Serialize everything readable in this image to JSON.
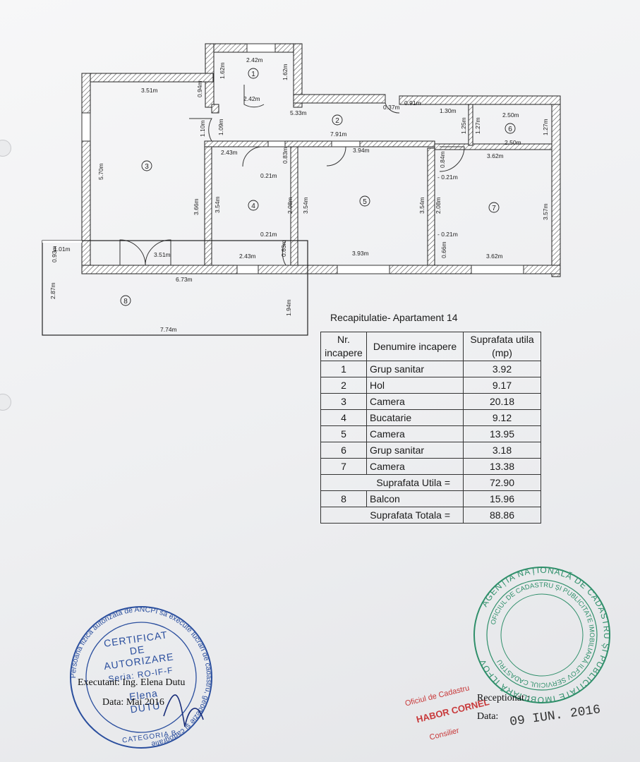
{
  "rooms": {
    "r1": "1",
    "r2": "2",
    "r3": "3",
    "r4": "4",
    "r5": "5",
    "r6": "6",
    "r7": "7",
    "r8": "8"
  },
  "dims": {
    "d242top": "2.42m",
    "d162a": "1.62m",
    "d162b": "1.62m",
    "d242door": "2.42m",
    "d351top": "3.51m",
    "d094": "0.94m",
    "d533": "5.33m",
    "d037": "0.37m",
    "d091": "0.91m",
    "d130": "1.30m",
    "d250a": "2.50m",
    "d110": "1.10m",
    "d109": "1.09m",
    "d791": "7.91m",
    "d125": "1.25m",
    "d127a": "1.27m",
    "d127b": "1.27m",
    "d250b": "2.50m",
    "d243top": "2.43m",
    "d083": "0.83m",
    "d394": "3.94m",
    "d084": "0.84m",
    "d362top": "3.62m",
    "d570": "5.70m",
    "d021a": "0.21m",
    "d021b": "- 0.21m",
    "d366": "3.66m",
    "d354a": "3.54m",
    "d208a": "2.08m",
    "d354b": "3.54m",
    "d354c": "3.54m",
    "d208b": "2.08m",
    "d357": "3.57m",
    "d021c": "0.21m",
    "d021d": "- 0.21m",
    "d101": "1.01m",
    "d093": "0.93m",
    "d351bot": "3.51m",
    "d243bot": "2.43m",
    "d063": "0.63m",
    "d393": "3.93m",
    "d066": "0.66m",
    "d362bot": "3.62m",
    "d673": "6.73m",
    "d287": "2.87m",
    "d194": "1.94m",
    "d774": "7.74m"
  },
  "recap": {
    "title": "Recapitulatie- Apartament 14",
    "head_nr": "Nr. incapere",
    "head_name": "Denumire incapere",
    "head_area": "Suprafata utila (mp)",
    "rows": [
      {
        "nr": "1",
        "name": "Grup sanitar",
        "area": "3.92"
      },
      {
        "nr": "2",
        "name": "Hol",
        "area": "9.17"
      },
      {
        "nr": "3",
        "name": "Camera",
        "area": "20.18"
      },
      {
        "nr": "4",
        "name": "Bucatarie",
        "area": "9.12"
      },
      {
        "nr": "5",
        "name": "Camera",
        "area": "13.95"
      },
      {
        "nr": "6",
        "name": "Grup sanitar",
        "area": "3.18"
      },
      {
        "nr": "7",
        "name": "Camera",
        "area": "13.38"
      }
    ],
    "util_label": "Suprafata Utila =",
    "util_value": "72.90",
    "balcon": {
      "nr": "8",
      "name": "Balcon",
      "area": "15.96"
    },
    "total_label": "Suprafata Totala =",
    "total_value": "88.86"
  },
  "signatures": {
    "executant": "Executant: Ing. Elena Dutu",
    "data_left": "Data: Mai 2016",
    "receptionat": "Receptionat :",
    "data_right": "Data:",
    "date_stamp": "09 IUN. 2016"
  },
  "stamp_left": {
    "ring": "Persoană fizică autorizată de ANCPI să execute lucrări de cadastru, geodezie și cartografie",
    "l1": "CERTIFICAT",
    "l2": "DE",
    "l3": "AUTORIZARE",
    "l4": "Seria: RO-IF-F",
    "l5": "Elena",
    "l6": "DUTU",
    "bottom": "CATEGORIA B"
  },
  "stamp_right": {
    "ring": "AGENȚIA NAȚIONALĂ DE CADASTRU ȘI PUBLICITATE IMOBILIARĂ ILFOV",
    "inner": "OFICIUL DE CADASTRU ȘI PUBLICITATE IMOBILIARĂ ILFOV SERVICIUL CADASTRU",
    "red1": "Oficiul de Cadastru",
    "red2": "HABOR CORNEL",
    "red3": "Consilier"
  },
  "colors": {
    "ink": "#1a1a1a",
    "stamp_blue": "#2b4f9e",
    "stamp_green": "#2f8f6a",
    "stamp_red": "#c8393a"
  }
}
